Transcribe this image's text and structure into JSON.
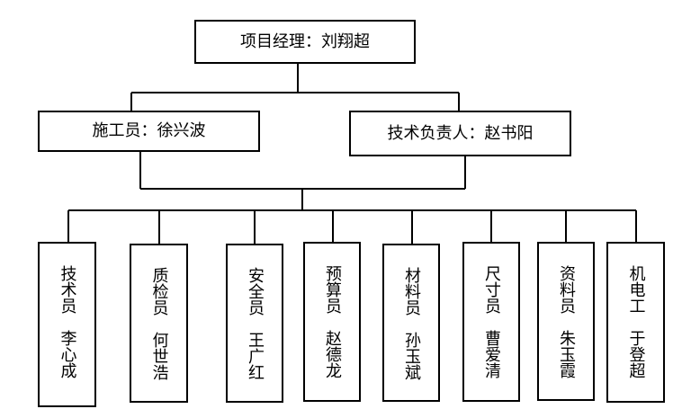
{
  "top": {
    "label": "项目经理：刘翔超"
  },
  "level2": [
    {
      "label": "施工员：徐兴波"
    },
    {
      "label": "技术负责人：赵书阳"
    }
  ],
  "staff": [
    {
      "role": "技术员",
      "person": "李心成"
    },
    {
      "role": "质检员",
      "person": "何世浩"
    },
    {
      "role": "安全员",
      "person": "王广红"
    },
    {
      "role": "预算员",
      "person": "赵德龙"
    },
    {
      "role": "材料员",
      "person": "孙玉斌"
    },
    {
      "role": "尺寸员",
      "person": "曹爱清"
    },
    {
      "role": "资料员",
      "person": "朱玉霞"
    },
    {
      "role": "机电工",
      "person": "于登超"
    }
  ]
}
